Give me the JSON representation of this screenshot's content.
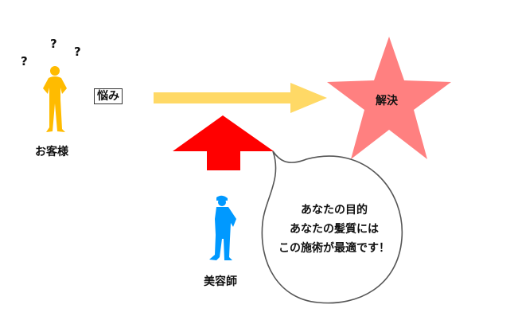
{
  "customer": {
    "label": "お客様",
    "marks": [
      "?",
      "?",
      "?"
    ],
    "color": "#FFBB00"
  },
  "worry_label": "悩み",
  "solution_label": "解決",
  "stylist": {
    "label": "美容師",
    "color": "#0099FF"
  },
  "speech_lines": [
    "あなたの目的",
    "あなたの髪質には",
    "この施術が最適です！"
  ],
  "colors": {
    "yellow_arrow": "#FFD966",
    "red_arrow": "#FF0000",
    "star": "#FF8080"
  }
}
